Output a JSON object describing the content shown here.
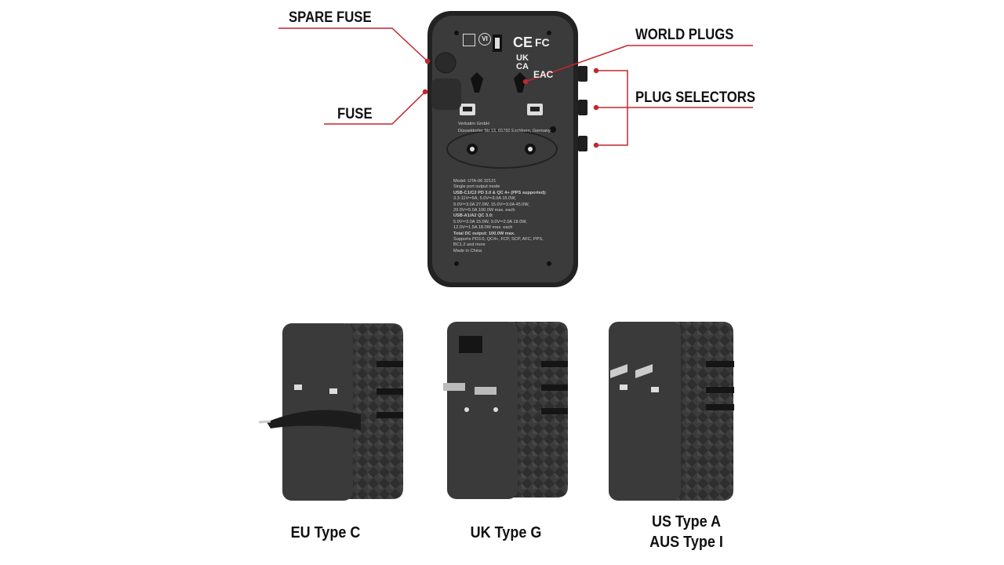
{
  "labels": {
    "spare_fuse": "SPARE FUSE",
    "fuse": "FUSE",
    "world_plugs": "WORLD PLUGS",
    "plug_selectors": "PLUG SELECTORS"
  },
  "device_text": {
    "maker": "Verbatim GmbH",
    "address": "Düsseldorfer Str.13, 65760 Eschborn, Germany",
    "spec_lines": [
      "Model: UTA-06 32121",
      "Single port output mode",
      "USB-C1/C2 PD 3.0 & QC 4+ (PPS supported):",
      "3.3-11V⎓5A, 5.0V⎓3.0A 15.0W,",
      "9.0V⎓3.0A 27.0W, 15.0V⎓3.0A 45.0W,",
      "20.0V⎓5.0A 100.0W max. each",
      "USB-A1/A2 QC 3.0:",
      "5.0V⎓3.0A 15.0W, 9.0V⎓2.0A 18.0W,",
      "12.0V⎓1.5A 18.0W max. each",
      "Total DC output: 100.0W max.",
      "Supports PD3.0, QC4+, FCP, SCP, AFC, PPS,",
      "BC1.2 and more",
      "Made in China"
    ],
    "marks": {
      "ce": "CE",
      "ukca_top": "UK",
      "ukca_bottom": "CA",
      "fc": "FC",
      "eac": "EAC",
      "vi": "VI"
    }
  },
  "captions": {
    "eu": "EU Type C",
    "uk": "UK Type G",
    "us": "US Type A",
    "aus": "AUS Type I"
  },
  "colors": {
    "leader": "#c1272d",
    "body": "#3b3b3b"
  }
}
